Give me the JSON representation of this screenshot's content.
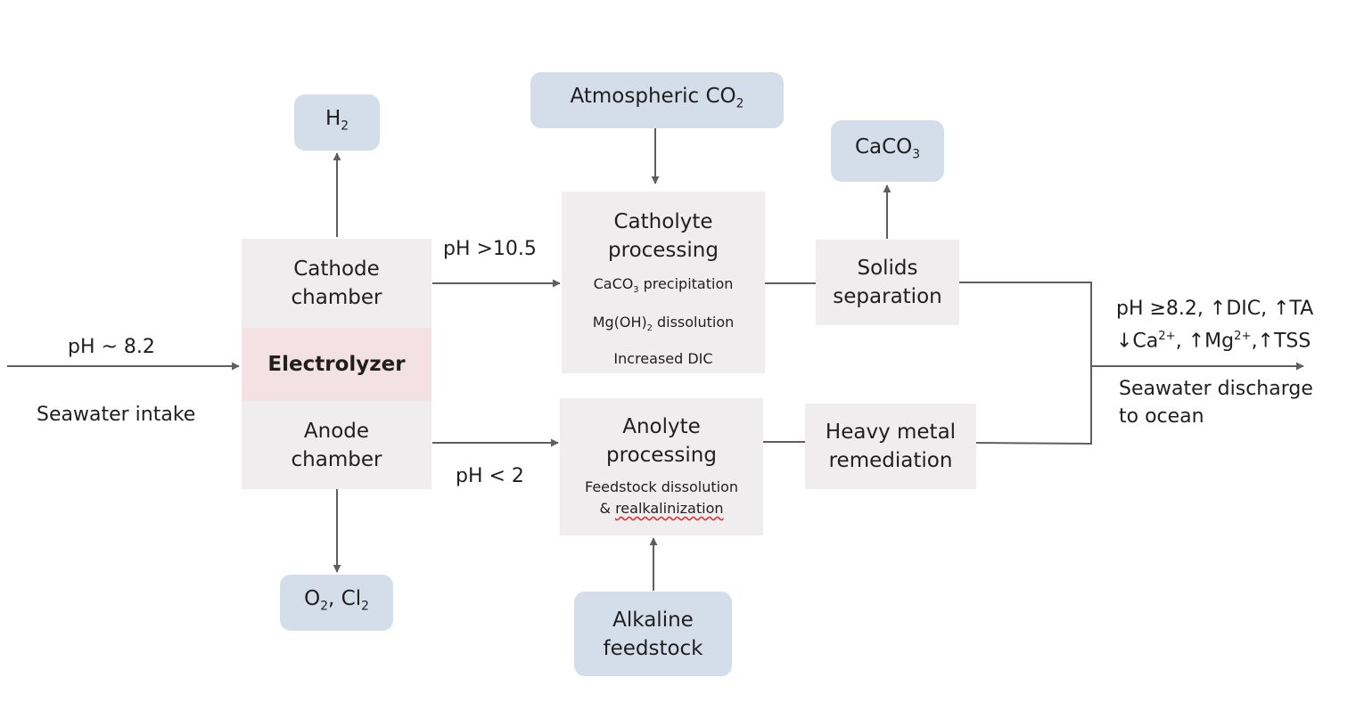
{
  "nodes": {
    "h2": {
      "label": "H",
      "sub": "2"
    },
    "atmospheric_co2": {
      "label": "Atmospheric CO",
      "sub": "2"
    },
    "caco3_out": {
      "label": "CaCO",
      "sub": "3"
    },
    "cathode_chamber": {
      "line1": "Cathode",
      "line2": "chamber"
    },
    "electrolyzer": {
      "label": "Electrolyzer"
    },
    "anode_chamber": {
      "line1": "Anode",
      "line2": "chamber"
    },
    "catholyte_processing": {
      "line1": "Catholyte",
      "line2": "processing",
      "details": [
        {
          "pre": "CaCO",
          "sub": "3",
          "post": " precipitation"
        },
        {
          "pre": "Mg(OH)",
          "sub": "2",
          "post": " dissolution"
        },
        {
          "pre": "Increased DIC",
          "sub": "",
          "post": ""
        }
      ]
    },
    "solids_separation": {
      "line1": "Solids",
      "line2": "separation"
    },
    "anolyte_processing": {
      "line1": "Anolyte",
      "line2": "processing",
      "detail1": "Feedstock dissolution",
      "detail2_pre": "& ",
      "detail2_word": "realkalinization"
    },
    "heavy_metal": {
      "line1": "Heavy metal",
      "line2": "remediation"
    },
    "o2_cl2": {
      "a": "O",
      "a_sub": "2",
      "sep": ", ",
      "b": "Cl",
      "b_sub": "2"
    },
    "alkaline_feedstock": {
      "line1": "Alkaline",
      "line2": "feedstock"
    }
  },
  "labels": {
    "intake_ph": "pH ~ 8.2",
    "intake": "Seawater intake",
    "catholyte_ph": "pH >10.5",
    "anolyte_ph": "pH < 2",
    "discharge_line1": "pH ≥8.2, ↑DIC, ↑TA",
    "discharge_line2_a": "↓Ca",
    "discharge_line2_a_sup": "2+",
    "discharge_line2_b": ", ↑Mg",
    "discharge_line2_b_sup": "2+",
    "discharge_line2_c": ",↑TSS",
    "discharge_title1": "Seawater discharge",
    "discharge_title2": "to ocean"
  },
  "colors": {
    "process_box": "#efedee",
    "io_box": "#d4deea",
    "electrolyzer": "#f4e1e3",
    "arrow": "#5f5f5f"
  }
}
